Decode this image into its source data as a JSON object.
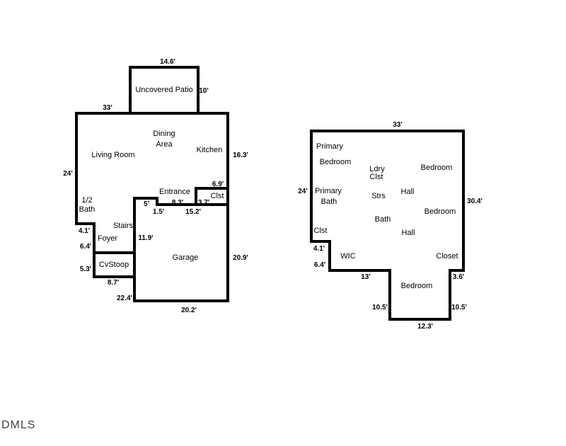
{
  "floor1": {
    "rooms": {
      "patio": "Uncovered Patio",
      "dining1": "Dining",
      "dining2": "Area",
      "living": "Living Room",
      "kitchen": "Kitchen",
      "entrance": "Entrance",
      "clst": "Clst",
      "half_bath1": "1/2",
      "half_bath2": "Bath",
      "stairs": "Stairs",
      "foyer": "Foyer",
      "cvstoop": "CvStoop",
      "garage": "Garage"
    },
    "dims": {
      "patio_top": "14.6'",
      "patio_side": "10'",
      "main_top": "33'",
      "left_side": "24'",
      "right_side": "16.3'",
      "clst_w": "6.9'",
      "d_5": "5'",
      "d_8_3": "8.3'",
      "d_3_7": "3.7'",
      "d_1_5": "1.5'",
      "d_15_2": "15.2'",
      "d_4_1": "4.1'",
      "d_6_4": "6.4'",
      "d_11_9": "11.9'",
      "d_5_3": "5.3'",
      "d_8_7": "8.7'",
      "d_22_4": "22.4'",
      "garage_right": "20.9'",
      "garage_bottom": "20.2'"
    }
  },
  "floor2": {
    "rooms": {
      "primary1": "Primary",
      "primary_bed": "Bedroom",
      "ldry1": "Ldry",
      "ldry2": "Clst",
      "bedroom_a": "Bedroom",
      "primary2": "Primary",
      "primary_bath": "Bath",
      "strs": "Strs",
      "hall1": "Hall",
      "bedroom_b": "Bedroom",
      "bath": "Bath",
      "clst": "Clst",
      "hall2": "Hall",
      "wic": "WIC",
      "closet": "Closet",
      "bedroom_c": "Bedroom"
    },
    "dims": {
      "top": "33'",
      "left": "24'",
      "right": "30.4'",
      "d_4_1": "4.1'",
      "d_6_4": "6.4'",
      "d_13": "13'",
      "d_3_6": "3.6'",
      "d_10_5_l": "10.5'",
      "d_10_5_r": "10.5'",
      "d_12_3": "12.3'"
    }
  },
  "logo": "DMLS"
}
